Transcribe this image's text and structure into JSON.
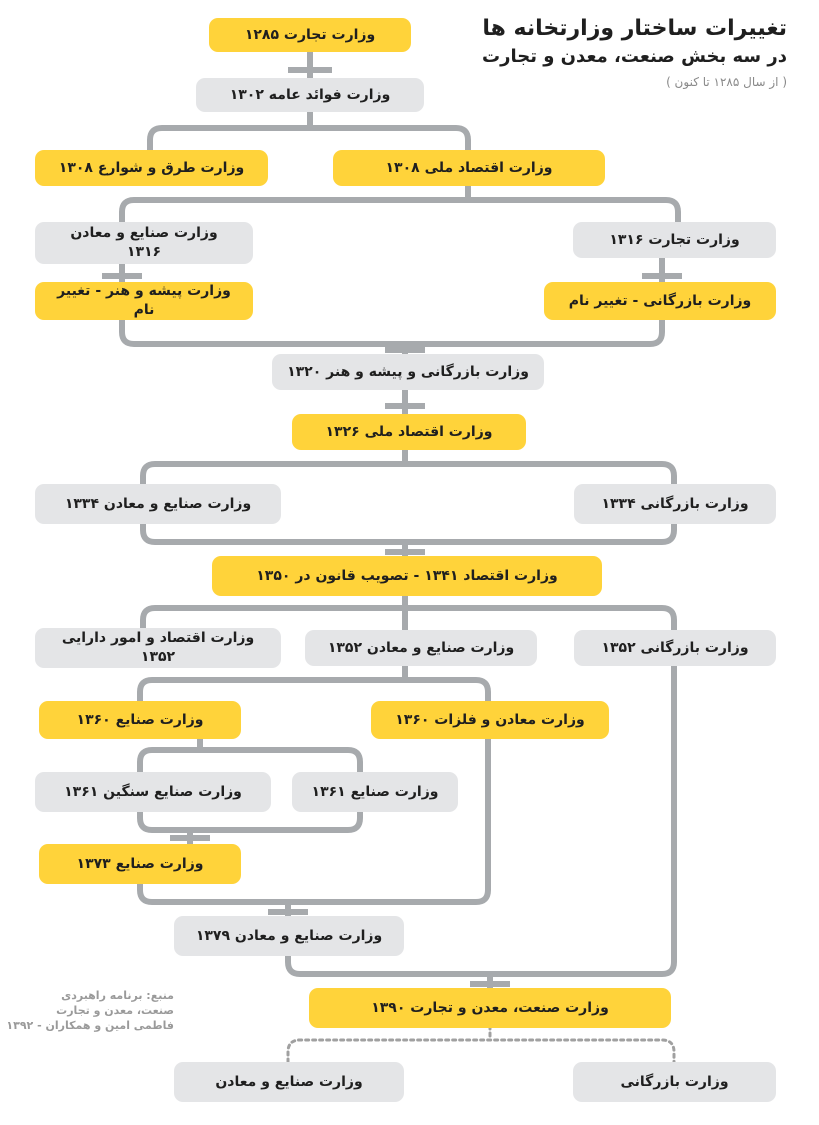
{
  "title": {
    "main": "تغییرات ساختار وزارتخانه ها",
    "sub": "در سه بخش صنعت، معدن و تجارت",
    "range": "( از سال ۱۲۸۵ تا کنون )"
  },
  "nodes": {
    "n1": "وزارت تجارت ۱۲۸۵",
    "n2": "وزارت فوائد عامه ۱۳۰۲",
    "n3": "وزارت اقتصاد ملی ۱۳۰۸",
    "n4": "وزارت طرق و شوارع ۱۳۰۸",
    "n5": "وزارت تجارت ۱۳۱۶",
    "n6": "وزارت صنایع و معادن\n۱۳۱۶",
    "n7": "وزارت بازرگانی - تغییر نام",
    "n8": "وزارت پیشه و هنر - تغییر نام",
    "n9": "وزارت بازرگانی و پیشه و هنر ۱۳۲۰",
    "n10": "وزارت اقتصاد ملی ۱۳۲۶",
    "n11": "وزارت بازرگانی ۱۳۳۴",
    "n12": "وزارت صنایع و معادن ۱۳۳۴",
    "n13": "وزارت اقتصاد ۱۳۴۱ - تصویب قانون در ۱۳۵۰",
    "n14": "وزارت بازرگانی ۱۳۵۲",
    "n15": "وزارت صنایع و معادن ۱۳۵۲",
    "n16": "وزارت اقتصاد و امور دارایی\n۱۳۵۲",
    "n17": "وزارت معادن و فلزات ۱۳۶۰",
    "n18": "وزارت صنایع ۱۳۶۰",
    "n19": "وزارت صنایع ۱۳۶۱",
    "n20": "وزارت صنایع سنگین ۱۳۶۱",
    "n21": "وزارت صنایع ۱۳۷۳",
    "n22": "وزارت صنایع و معادن ۱۳۷۹",
    "n23": "وزارت صنعت، معدن و تجارت ۱۳۹۰",
    "n24": "وزارت بازرگانی",
    "n25": "وزارت صنایع و معادن"
  },
  "source": {
    "line1": "منبع: برنامه راهبردی",
    "line2": "صنعت، معدن و تجارت",
    "line3": "فاطمی امین و همکاران - ۱۳۹۲"
  },
  "colors": {
    "highlight": "#ffd33a",
    "node": "#e4e5e7",
    "connector": "#a7aaad",
    "dotted": "#a0a0a0"
  }
}
